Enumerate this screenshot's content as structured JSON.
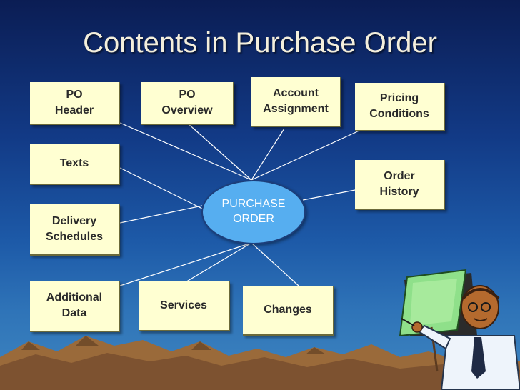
{
  "title": "Contents in Purchase Order",
  "center": "PURCHASE\nORDER",
  "nodes": {
    "po_header": "PO\nHeader",
    "po_overview": "PO\nOverview",
    "account_assignment": "Account\nAssignment",
    "pricing_conditions": "Pricing\nConditions",
    "texts": "Texts",
    "order_history": "Order\nHistory",
    "delivery_schedules": "Delivery\nSchedules",
    "additional_data": "Additional\nData",
    "services": "Services",
    "changes": "Changes"
  },
  "colors": {
    "background_top": "#0b1d54",
    "background_bottom": "#3f86c0",
    "box_fill": "#ffffd2",
    "hub_fill": "#56aef0",
    "connector": "#ffffff"
  },
  "clipart": "teacher-pointing-at-board"
}
